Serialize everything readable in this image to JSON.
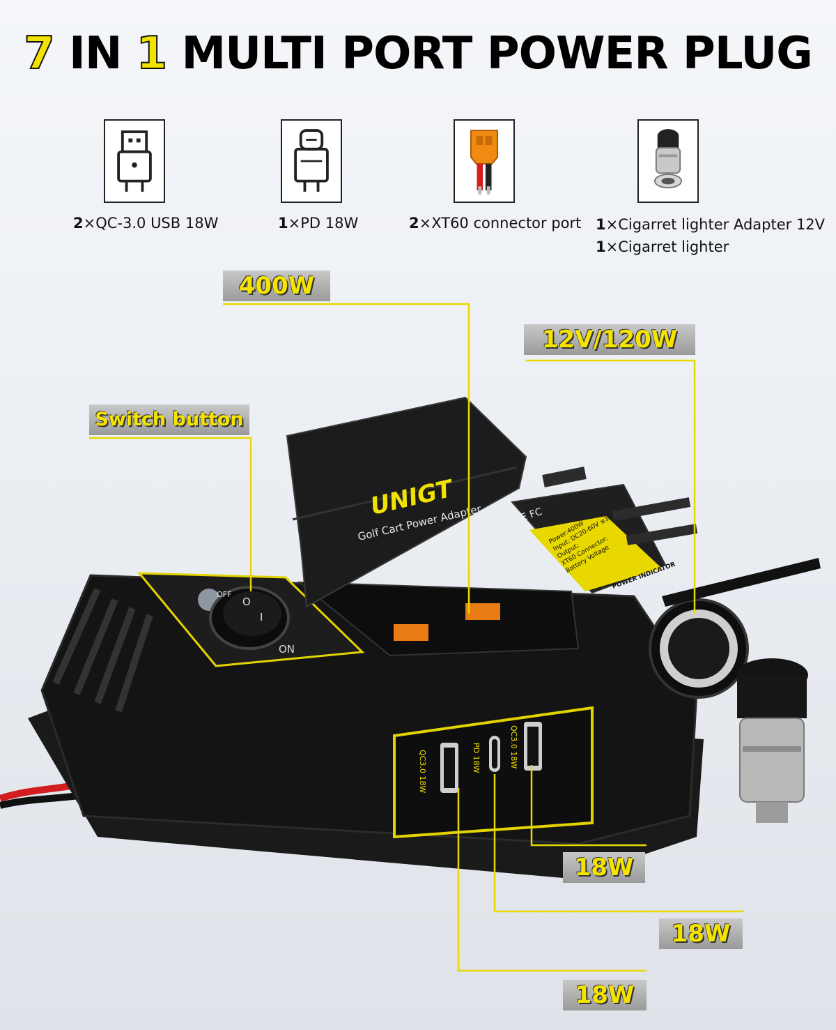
{
  "title": {
    "part1": "7",
    "part2": " IN ",
    "part3": "1",
    "part4": " MULTI PORT POWER PLUG"
  },
  "ports": [
    {
      "count": "2",
      "text": "×QC-3.0 USB 18W",
      "icon": "usb-a-icon"
    },
    {
      "count": "1",
      "text": "×PD 18W",
      "icon": "usb-c-icon"
    },
    {
      "count": "2",
      "text": "×XT60 connector port",
      "icon": "xt60-connector-icon"
    },
    {
      "count": "1",
      "text": "×Cigarret lighter Adapter 12V",
      "icon": "cigarette-lighter-icon"
    },
    {
      "count": "1",
      "text": "×Cigarret lighter"
    }
  ],
  "callouts": {
    "xt60": "400W",
    "lighter": "12V/120W",
    "switch": "Switch button",
    "usb_right": "18W",
    "pd": "18W",
    "usb_left": "18W"
  },
  "device": {
    "brand": "UNIGT",
    "product": "Golf Cart Power Adapter",
    "certs": "CE FC",
    "spec_lines": [
      "Power:400W",
      "Input: DC20-60V ≤12.5A",
      "Output:",
      "XT60 Connector:",
      "Battery Voltage"
    ],
    "indicator": "POWER INDICATOR",
    "switch_off": "OFF",
    "switch_on": "ON",
    "rocker_o": "O",
    "rocker_i": "I",
    "port_qc_left": "QC3.0 18W",
    "port_pd": "PD 18W",
    "port_qc_right": "QC3.0 18W"
  },
  "colors": {
    "accent": "#f2e200",
    "body": "#141414",
    "callout_bg": "#a8a8a8"
  }
}
